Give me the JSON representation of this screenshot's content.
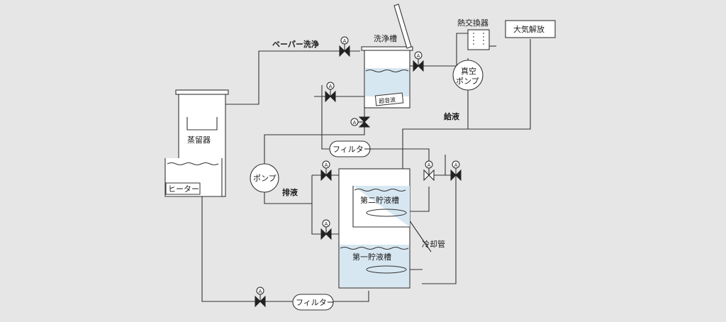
{
  "diagram": {
    "vessels": {
      "wash_tank": "洗浄槽",
      "distiller": "蒸留器",
      "heater": "ヒーター",
      "heat_exchanger": "熱交換器",
      "atmosphere_release": "大気解放",
      "vacuum_pump": [
        "真空",
        "ポンプ"
      ],
      "pump": "ポンプ",
      "second_tank": "第二貯液槽",
      "first_tank": "第一貯液槽",
      "ultrasonic": "超音波",
      "cooling_pipe": "冷却管",
      "filter_upper": "フィルター",
      "filter_lower": "フィルター"
    },
    "flow_labels": {
      "vapor_wash": "ベーパー洗浄",
      "supply": "給液",
      "drain": "排液"
    },
    "valve_mark": "A"
  }
}
